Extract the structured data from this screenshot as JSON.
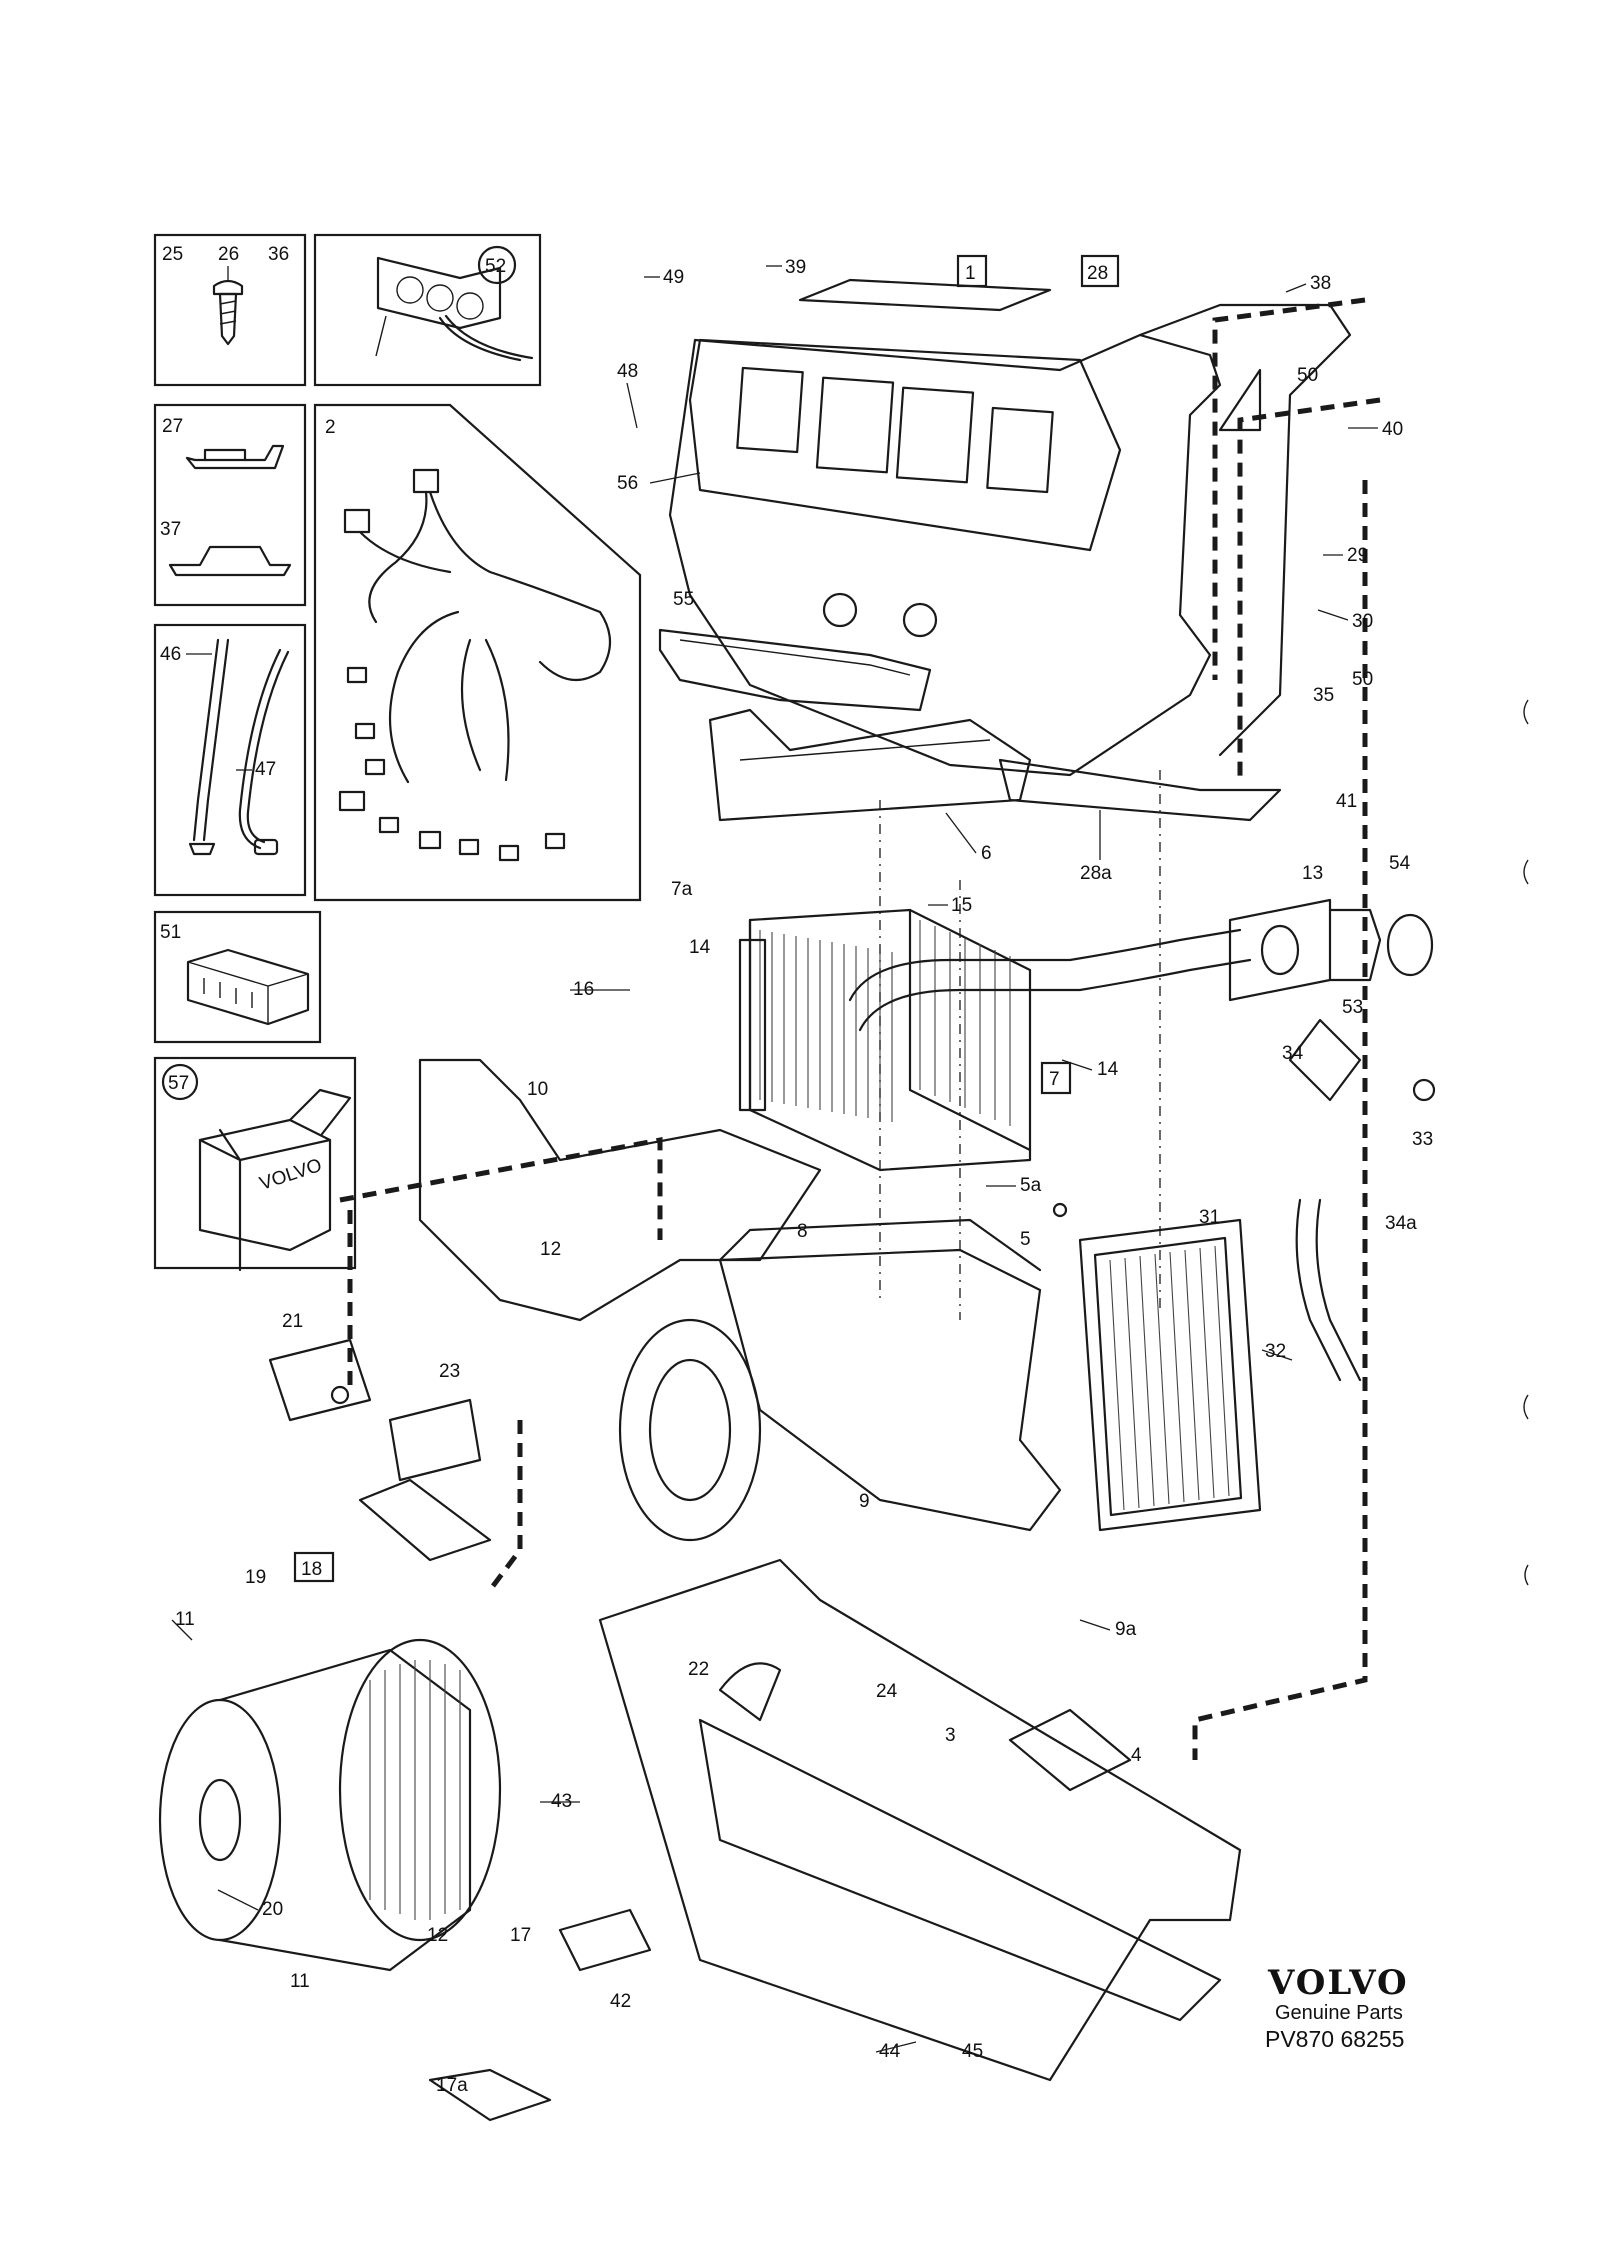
{
  "brand": {
    "name": "VOLVO",
    "tagline": "Genuine Parts",
    "code": "PV870 68255"
  },
  "inset_labels": {
    "screw": [
      "25",
      "26",
      "36"
    ],
    "control_panel": "52",
    "wiring_harness": "2",
    "clips": [
      "27",
      "37"
    ],
    "hoses": [
      "46",
      "47"
    ],
    "connector": "51",
    "kit_box": "57",
    "kit_box_text": "VOLVO"
  },
  "callouts": [
    {
      "id": "c49",
      "text": "49"
    },
    {
      "id": "c39",
      "text": "39"
    },
    {
      "id": "c1",
      "text": "1",
      "boxed": true
    },
    {
      "id": "c28",
      "text": "28",
      "boxed": true
    },
    {
      "id": "c38",
      "text": "38"
    },
    {
      "id": "c48",
      "text": "48"
    },
    {
      "id": "c50a",
      "text": "50"
    },
    {
      "id": "c40",
      "text": "40"
    },
    {
      "id": "c56",
      "text": "56"
    },
    {
      "id": "c29",
      "text": "29"
    },
    {
      "id": "c55",
      "text": "55"
    },
    {
      "id": "c30",
      "text": "30"
    },
    {
      "id": "c35",
      "text": "35"
    },
    {
      "id": "c50b",
      "text": "50"
    },
    {
      "id": "c41",
      "text": "41"
    },
    {
      "id": "c6",
      "text": "6"
    },
    {
      "id": "c28a",
      "text": "28a"
    },
    {
      "id": "c15",
      "text": "15"
    },
    {
      "id": "c7a",
      "text": "7a"
    },
    {
      "id": "c13",
      "text": "13"
    },
    {
      "id": "c54",
      "text": "54"
    },
    {
      "id": "c14a",
      "text": "14"
    },
    {
      "id": "c16",
      "text": "16"
    },
    {
      "id": "c53",
      "text": "53"
    },
    {
      "id": "c34",
      "text": "34"
    },
    {
      "id": "c10",
      "text": "10"
    },
    {
      "id": "c14b",
      "text": "14"
    },
    {
      "id": "c7",
      "text": "7",
      "boxed": true
    },
    {
      "id": "c33",
      "text": "33"
    },
    {
      "id": "c5a",
      "text": "5a"
    },
    {
      "id": "c8",
      "text": "8"
    },
    {
      "id": "c34a",
      "text": "34a"
    },
    {
      "id": "c31",
      "text": "31"
    },
    {
      "id": "c5",
      "text": "5"
    },
    {
      "id": "c12a",
      "text": "12"
    },
    {
      "id": "c21",
      "text": "21"
    },
    {
      "id": "c23",
      "text": "23"
    },
    {
      "id": "c32",
      "text": "32"
    },
    {
      "id": "c9",
      "text": "9"
    },
    {
      "id": "c18",
      "text": "18",
      "boxed": true
    },
    {
      "id": "c19",
      "text": "19"
    },
    {
      "id": "c11a",
      "text": "11"
    },
    {
      "id": "c9a",
      "text": "9a"
    },
    {
      "id": "c22",
      "text": "22"
    },
    {
      "id": "c24",
      "text": "24"
    },
    {
      "id": "c3",
      "text": "3"
    },
    {
      "id": "c4",
      "text": "4"
    },
    {
      "id": "c43",
      "text": "43"
    },
    {
      "id": "c20",
      "text": "20"
    },
    {
      "id": "c12b",
      "text": "12"
    },
    {
      "id": "c17",
      "text": "17"
    },
    {
      "id": "c11b",
      "text": "11"
    },
    {
      "id": "c42",
      "text": "42"
    },
    {
      "id": "c44",
      "text": "44"
    },
    {
      "id": "c45",
      "text": "45"
    },
    {
      "id": "c17a",
      "text": "17a"
    }
  ]
}
